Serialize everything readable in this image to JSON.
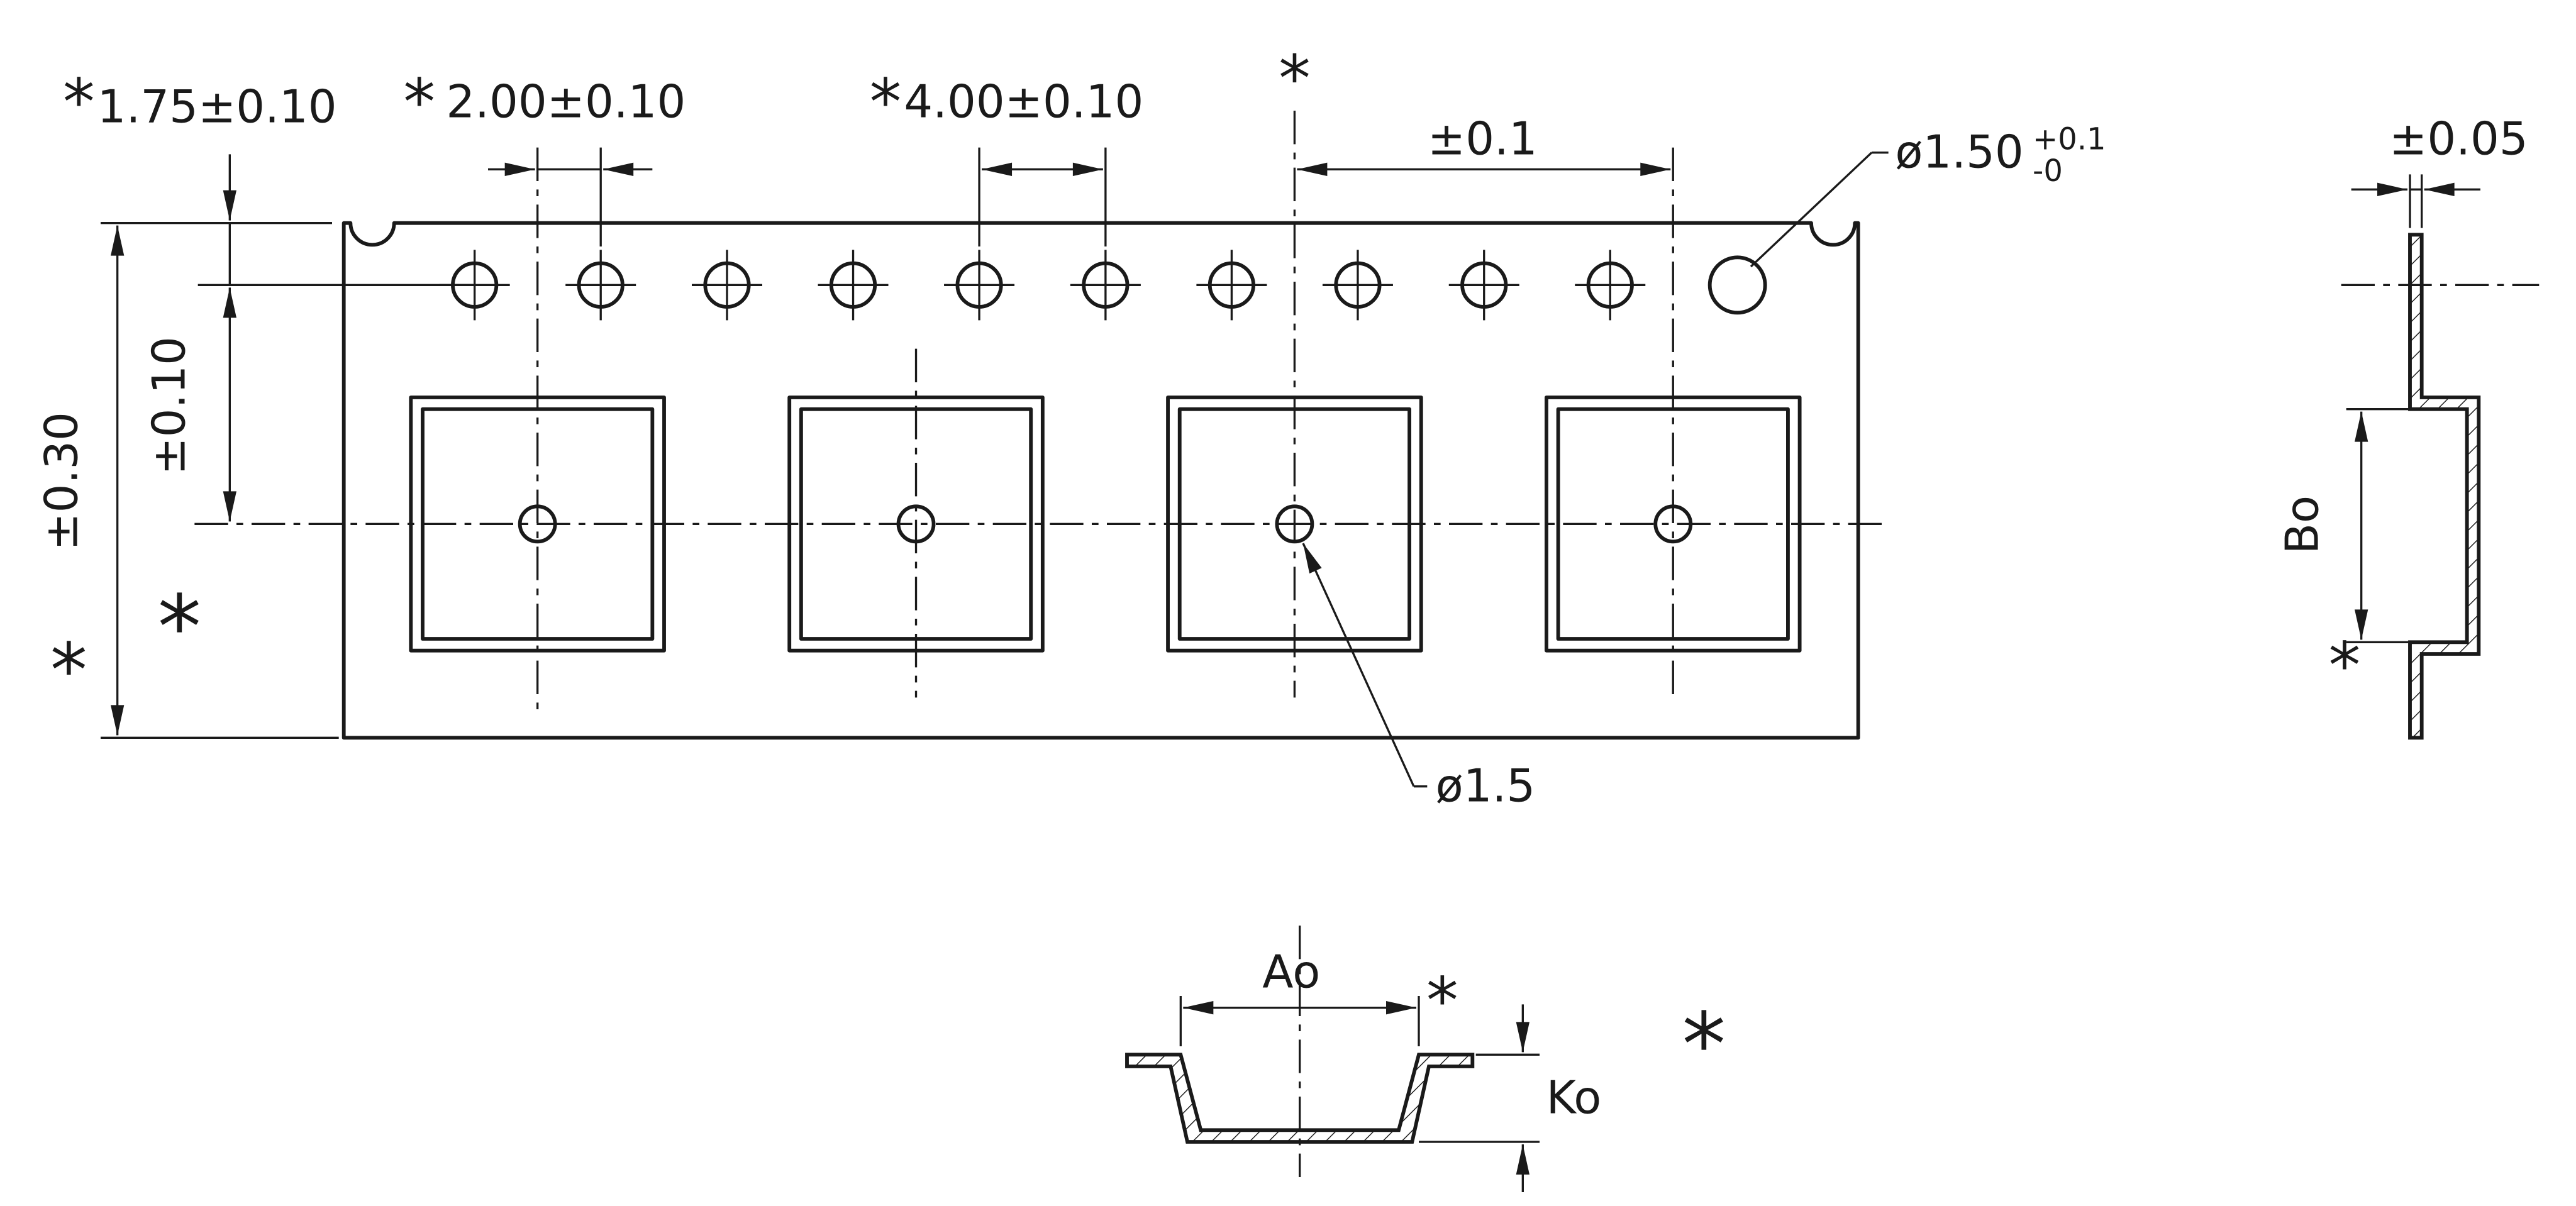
{
  "marks": {
    "asterisk": "*"
  },
  "colors": {
    "ink": "#1a1a1a",
    "background": "#ffffff"
  },
  "top_view": {
    "dim_top_margin": "1.75±0.10",
    "dim_half_pitch": "2.00±0.10",
    "dim_sprocket_pitch": "4.00±0.10",
    "dim_pocket_pitch_tol": "±0.1",
    "sprocket_hole_dia": "ø1.50",
    "sprocket_hole_tol_plus": "+0.1",
    "sprocket_hole_tol_minus": "-0",
    "dim_tape_width_tol": "±0.30",
    "dim_hole_to_pocket_center": "±0.10",
    "pocket_hole_dia": "ø1.5"
  },
  "side_view": {
    "dim_thickness_tol": "±0.05",
    "pocket_width_label": "Bo"
  },
  "section_view": {
    "pocket_opening_label": "Ao",
    "pocket_depth_label": "Ko"
  }
}
